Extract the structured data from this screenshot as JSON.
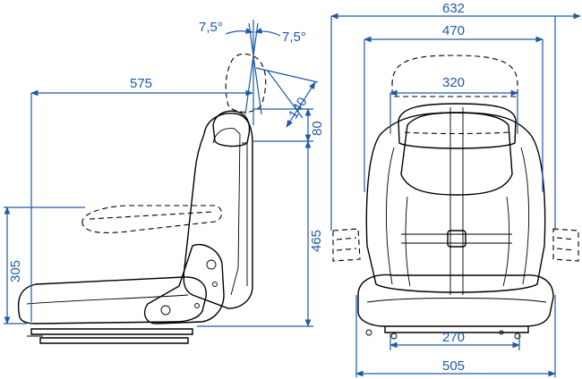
{
  "side_view": {
    "angle_left": "7,5°",
    "angle_right": "7,5°",
    "length": "575",
    "headrest_travel": "140",
    "headrest_offset": "80",
    "backrest_height": "465",
    "seat_height": "305"
  },
  "front_view": {
    "overall_width": "632",
    "backrest_width": "470",
    "headrest_width": "320",
    "rail_spacing": "270",
    "base_width": "505"
  },
  "colors": {
    "dimension": "#1f5aa6",
    "outline": "#000000"
  }
}
